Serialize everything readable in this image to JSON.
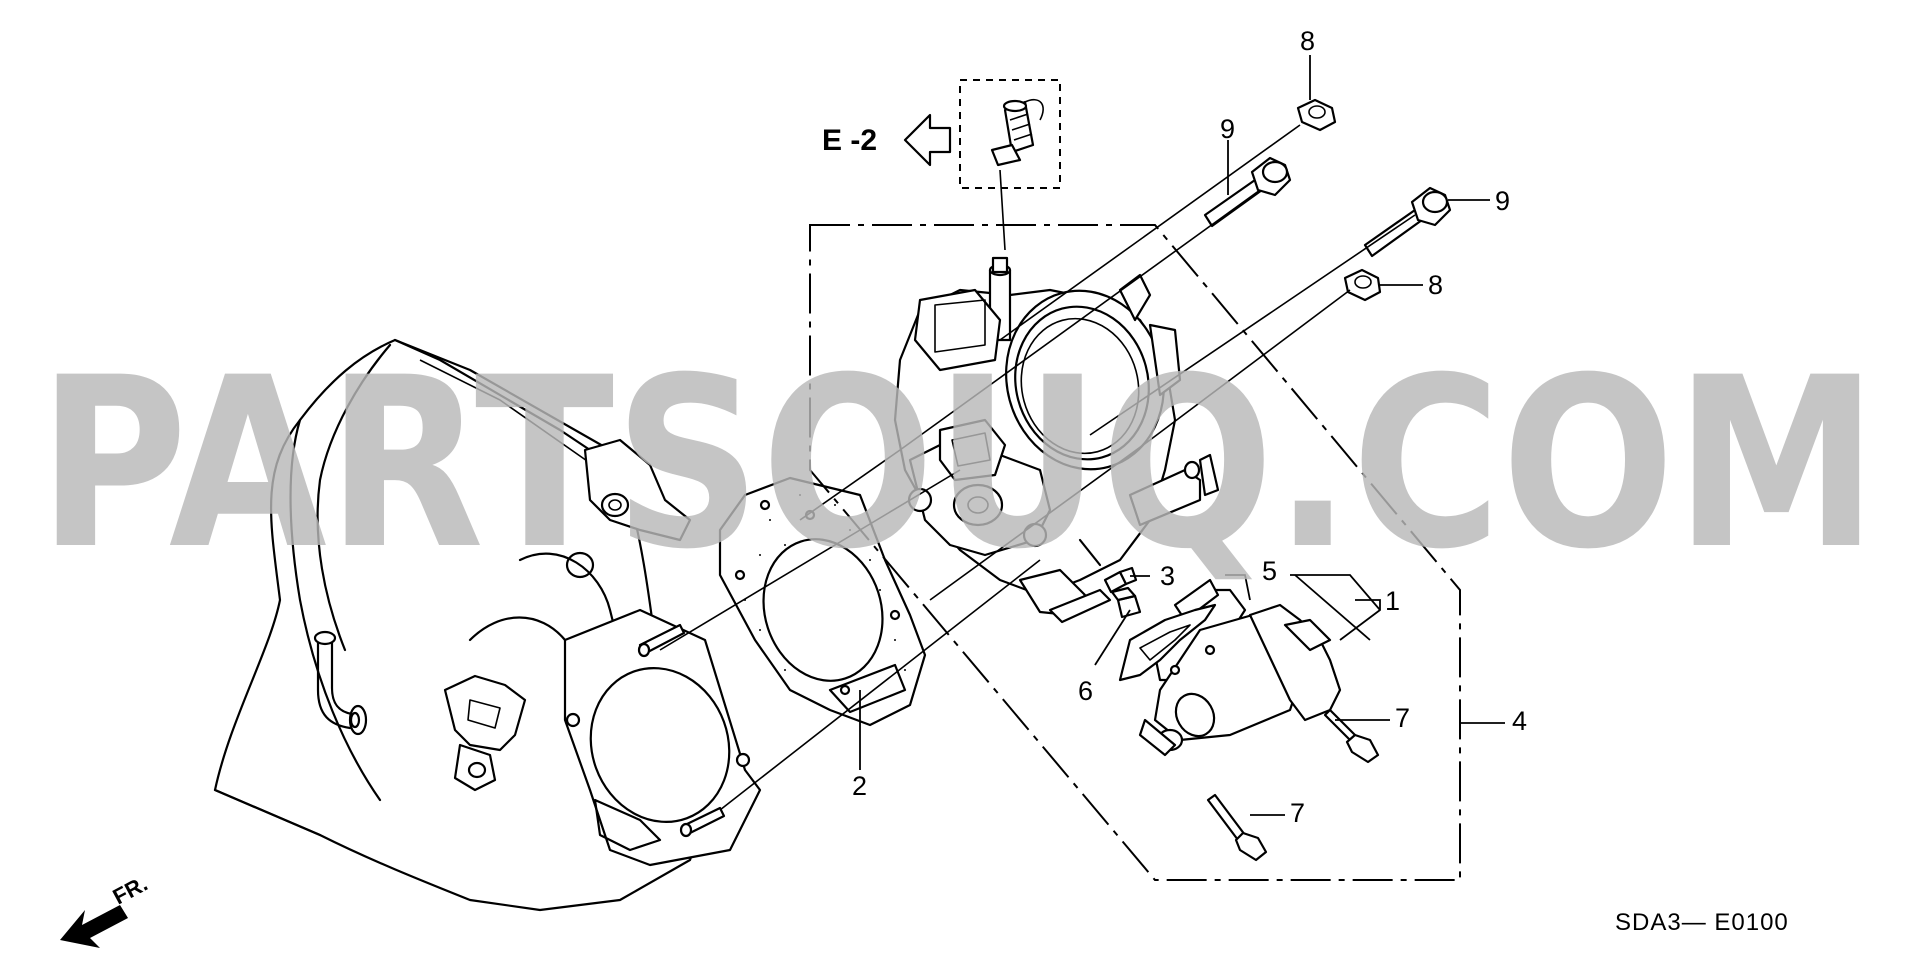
{
  "section_ref": "E -2",
  "front_label": "FR.",
  "diagram_code": "SDA3— E0100",
  "watermark": "PARTSOUQ.COM",
  "callouts": {
    "c1": "1",
    "c2": "2",
    "c3": "3",
    "c4": "4",
    "c5": "5",
    "c6": "6",
    "c7a": "7",
    "c7b": "7",
    "c8a": "8",
    "c8b": "8",
    "c9a": "9",
    "c9b": "9"
  }
}
